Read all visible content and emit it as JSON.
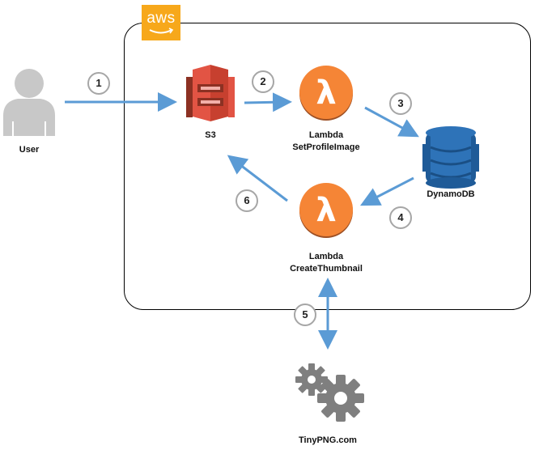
{
  "aws_logo": {
    "text": "aws",
    "color": "#f7a81b"
  },
  "nodes": {
    "user": {
      "label": "User"
    },
    "s3": {
      "label": "S3",
      "color": "#e25444"
    },
    "lambda_set": {
      "line1": "Lambda",
      "line2": "SetProfileImage",
      "color": "#f58536"
    },
    "dynamodb": {
      "label": "DynamoDB",
      "color": "#2e73b8"
    },
    "lambda_thumb": {
      "line1": "Lambda",
      "line2": "CreateThumbnail",
      "color": "#f58536"
    },
    "tinypng": {
      "label": "TinyPNG.com"
    }
  },
  "steps": [
    "1",
    "2",
    "3",
    "4",
    "5",
    "6"
  ],
  "arrow_color": "#5b9bd5"
}
